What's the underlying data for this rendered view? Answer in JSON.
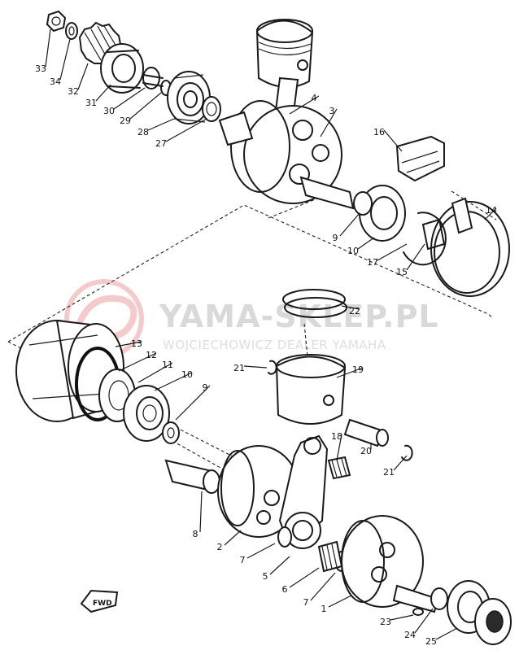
{
  "watermark": {
    "title": "YAMA-SKLEP.PL",
    "subtitle": "WOJCIECHOWICZ DEALER YAMAHA",
    "logo_color": "#e36b6b"
  },
  "direction_badge": "FWD",
  "parts": [
    {
      "ref": "33"
    },
    {
      "ref": "34"
    },
    {
      "ref": "32"
    },
    {
      "ref": "31"
    },
    {
      "ref": "30"
    },
    {
      "ref": "29"
    },
    {
      "ref": "28"
    },
    {
      "ref": "27"
    },
    {
      "ref": "4"
    },
    {
      "ref": "3"
    },
    {
      "ref": "16"
    },
    {
      "ref": "14"
    },
    {
      "ref": "9"
    },
    {
      "ref": "10"
    },
    {
      "ref": "17"
    },
    {
      "ref": "15"
    },
    {
      "ref": "22"
    },
    {
      "ref": "13"
    },
    {
      "ref": "12"
    },
    {
      "ref": "11"
    },
    {
      "ref": "10"
    },
    {
      "ref": "9"
    },
    {
      "ref": "21"
    },
    {
      "ref": "19"
    },
    {
      "ref": "18"
    },
    {
      "ref": "20"
    },
    {
      "ref": "21"
    },
    {
      "ref": "8"
    },
    {
      "ref": "2"
    },
    {
      "ref": "7"
    },
    {
      "ref": "5"
    },
    {
      "ref": "6"
    },
    {
      "ref": "7"
    },
    {
      "ref": "1"
    },
    {
      "ref": "23"
    },
    {
      "ref": "24"
    },
    {
      "ref": "25"
    }
  ]
}
